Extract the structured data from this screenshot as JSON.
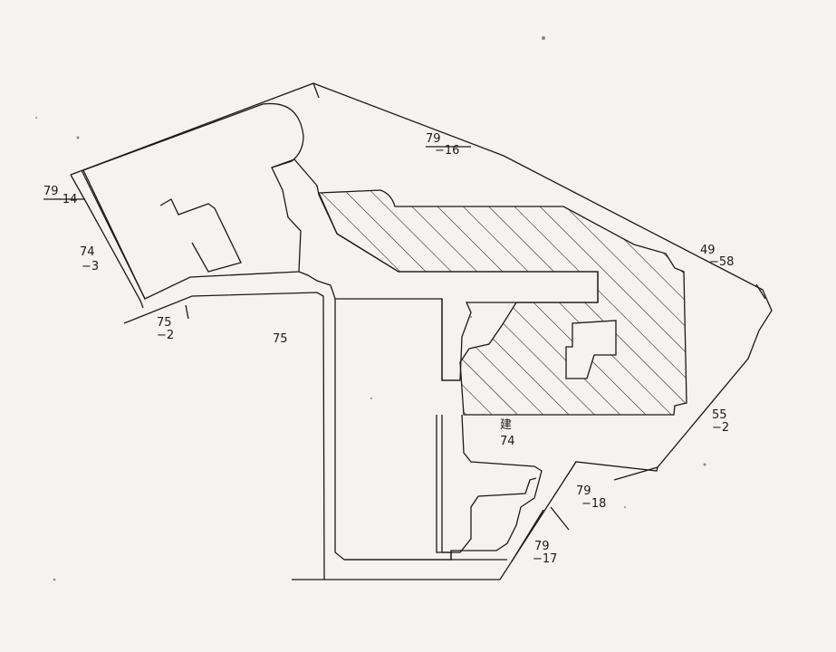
{
  "parcel_labels": {
    "p79_16": {
      "l1": "79",
      "l2": "−16"
    },
    "p79_14": {
      "l1": "79",
      "l2": "−14"
    },
    "p74_3": {
      "l1": "74",
      "l2": "−3"
    },
    "p75_2": {
      "l1": "75",
      "l2": "−2"
    },
    "p75": {
      "l1": "75"
    },
    "p49_58": {
      "l1": "49",
      "l2": "−58"
    },
    "p55_2": {
      "l1": "55",
      "l2": "−2"
    },
    "p74_building": {
      "l1": "建",
      "l2": "74"
    },
    "p79_18": {
      "l1": "79",
      "l2": "−18"
    },
    "p79_17": {
      "l1": "79",
      "l2": "−17"
    }
  },
  "colors": {
    "line": "#1a1a1a",
    "paper": "#f4f3f0"
  }
}
